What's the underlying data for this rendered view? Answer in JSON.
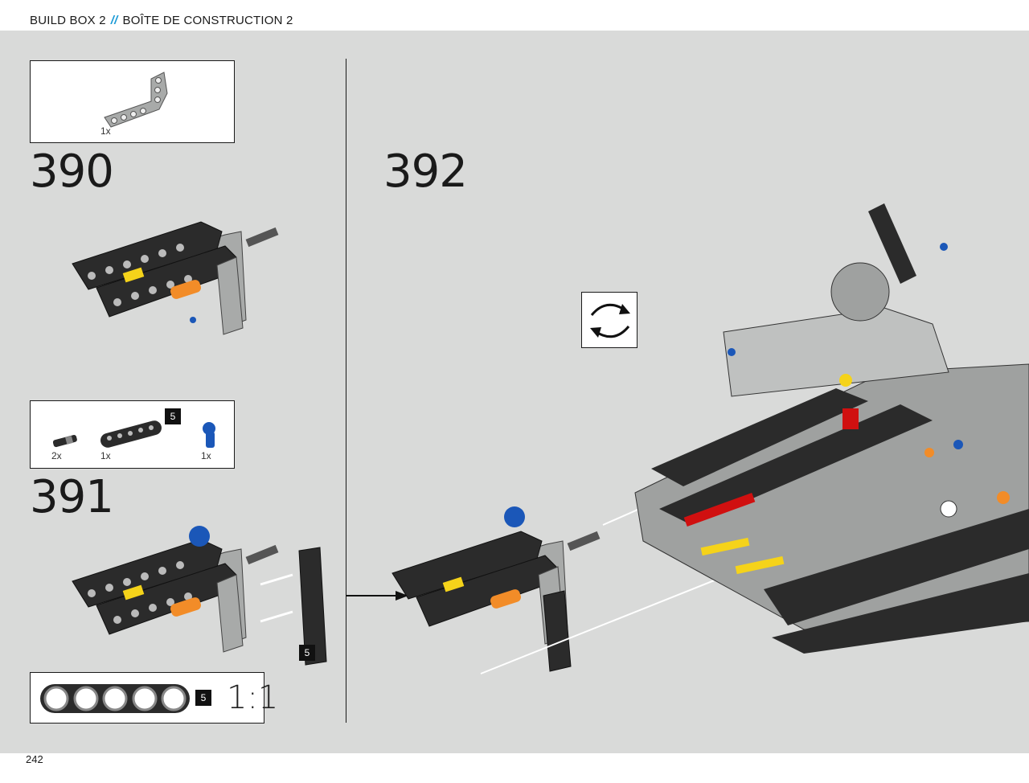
{
  "header": {
    "left_title": "BUILD BOX 2",
    "separator": "//",
    "right_title": "BOÎTE DE CONSTRUCTION 2"
  },
  "steps": [
    {
      "number": "390",
      "parts": [
        {
          "name": "gray-l-shaped-beam",
          "qty": "1x"
        }
      ]
    },
    {
      "number": "391",
      "parts": [
        {
          "name": "black-connector-pin",
          "qty": "2x"
        },
        {
          "name": "black-beam",
          "qty": "1x",
          "length": "5"
        },
        {
          "name": "blue-angle-connector",
          "qty": "1x"
        }
      ],
      "callout_length": "5"
    },
    {
      "number": "392"
    }
  ],
  "scale_ruler": {
    "length": "5",
    "scale": "1:1"
  },
  "footer": {
    "page_number": "242"
  },
  "colors": {
    "background": "#d9dad9",
    "accent": "#1a9ad6",
    "beam_dark": "#2b2b2b",
    "beam_light": "#a8aaa9",
    "orange": "#f28c28",
    "yellow": "#f5d31a",
    "red": "#d01010",
    "blue": "#1b57b8"
  }
}
